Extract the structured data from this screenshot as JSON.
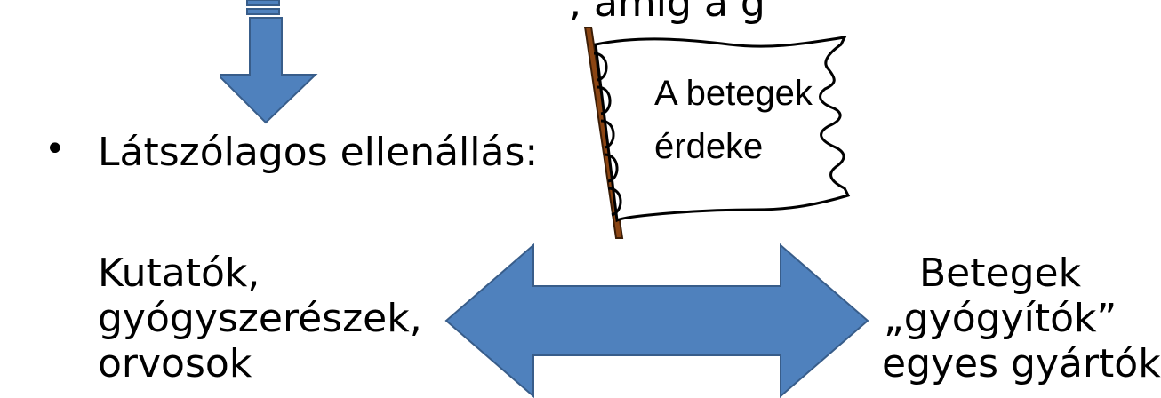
{
  "slide": {
    "header_fragment": ", amíg a                    g",
    "bullet_symbol": "•",
    "bullet_text": "Látszólagos ellenállás:",
    "flag": {
      "line1": "A betegek",
      "line2": "érdeke"
    },
    "left_group": {
      "line1": "Kutatók,",
      "line2": "gyógyszerészek,",
      "line3": "orvosok"
    },
    "right_group": {
      "line1": "Betegek",
      "line2": "„gyógyítók”",
      "line3": "egyes gyártók"
    }
  },
  "colors": {
    "arrow_fill": "#4f81bd",
    "arrow_stroke": "#385d8a",
    "flag_pole": "#8b4513",
    "text": "#000000"
  },
  "icons": {
    "down_arrow": "down-arrow-icon",
    "flag": "flag-icon",
    "double_arrow": "left-right-arrow-icon"
  }
}
